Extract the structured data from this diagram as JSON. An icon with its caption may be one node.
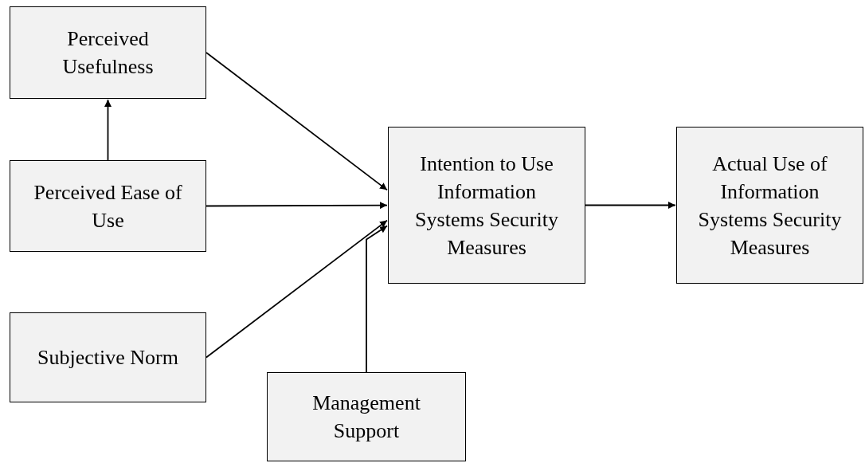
{
  "diagram": {
    "nodes": [
      {
        "text": [
          "Perceived Usefulness"
        ]
      },
      {
        "text": [
          "Perceived Ease of Use"
        ]
      },
      {
        "text": [
          "Subjective Norm"
        ]
      },
      {
        "text": [
          "Management Support"
        ]
      },
      {
        "text": [
          "Intention to Use Information Systems Security Measures"
        ]
      },
      {
        "text": [
          "Actual Use of Information Systems Security Measures"
        ]
      }
    ],
    "edges": [
      {
        "from": 1,
        "to": 0,
        "arrow": "to"
      },
      {
        "from": 0,
        "to": 4,
        "arrow": "to"
      },
      {
        "from": 1,
        "to": 4,
        "arrow": "to"
      },
      {
        "from": 2,
        "to": 4,
        "arrow": "to"
      },
      {
        "from": 3,
        "to": 4,
        "arrow": "to"
      },
      {
        "from": 4,
        "to": 5,
        "arrow": "to"
      }
    ]
  }
}
